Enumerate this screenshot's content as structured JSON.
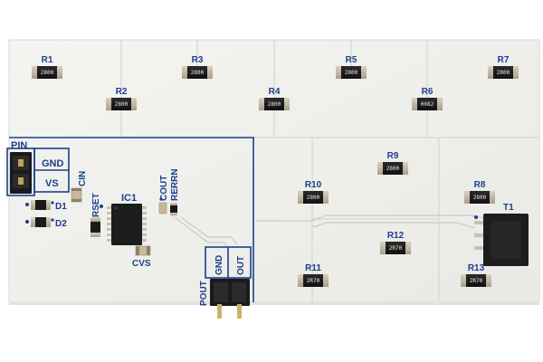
{
  "board": {
    "resistors": [
      {
        "id": "R1",
        "code": "2800"
      },
      {
        "id": "R2",
        "code": "2800"
      },
      {
        "id": "R3",
        "code": "2800"
      },
      {
        "id": "R4",
        "code": "2800"
      },
      {
        "id": "R5",
        "code": "2800"
      },
      {
        "id": "R6",
        "code": "0082"
      },
      {
        "id": "R7",
        "code": "2800"
      },
      {
        "id": "R8",
        "code": "2800"
      },
      {
        "id": "R9",
        "code": "2800"
      },
      {
        "id": "R10",
        "code": "2800"
      },
      {
        "id": "R11",
        "code": "2R70"
      },
      {
        "id": "R12",
        "code": "2R70"
      },
      {
        "id": "R13",
        "code": "2R70"
      }
    ],
    "labels": {
      "pin": "PIN",
      "gnd_in": "GND",
      "vs": "VS",
      "cin": "CIN",
      "d1": "D1",
      "d2": "D2",
      "rset": "RSET",
      "ic1": "IC1",
      "cout": "COUT",
      "rerrn": "RERRN",
      "cvs": "CVS",
      "pout": "POUT",
      "gnd_out": "GND",
      "out": "OUT",
      "t1": "T1"
    }
  }
}
